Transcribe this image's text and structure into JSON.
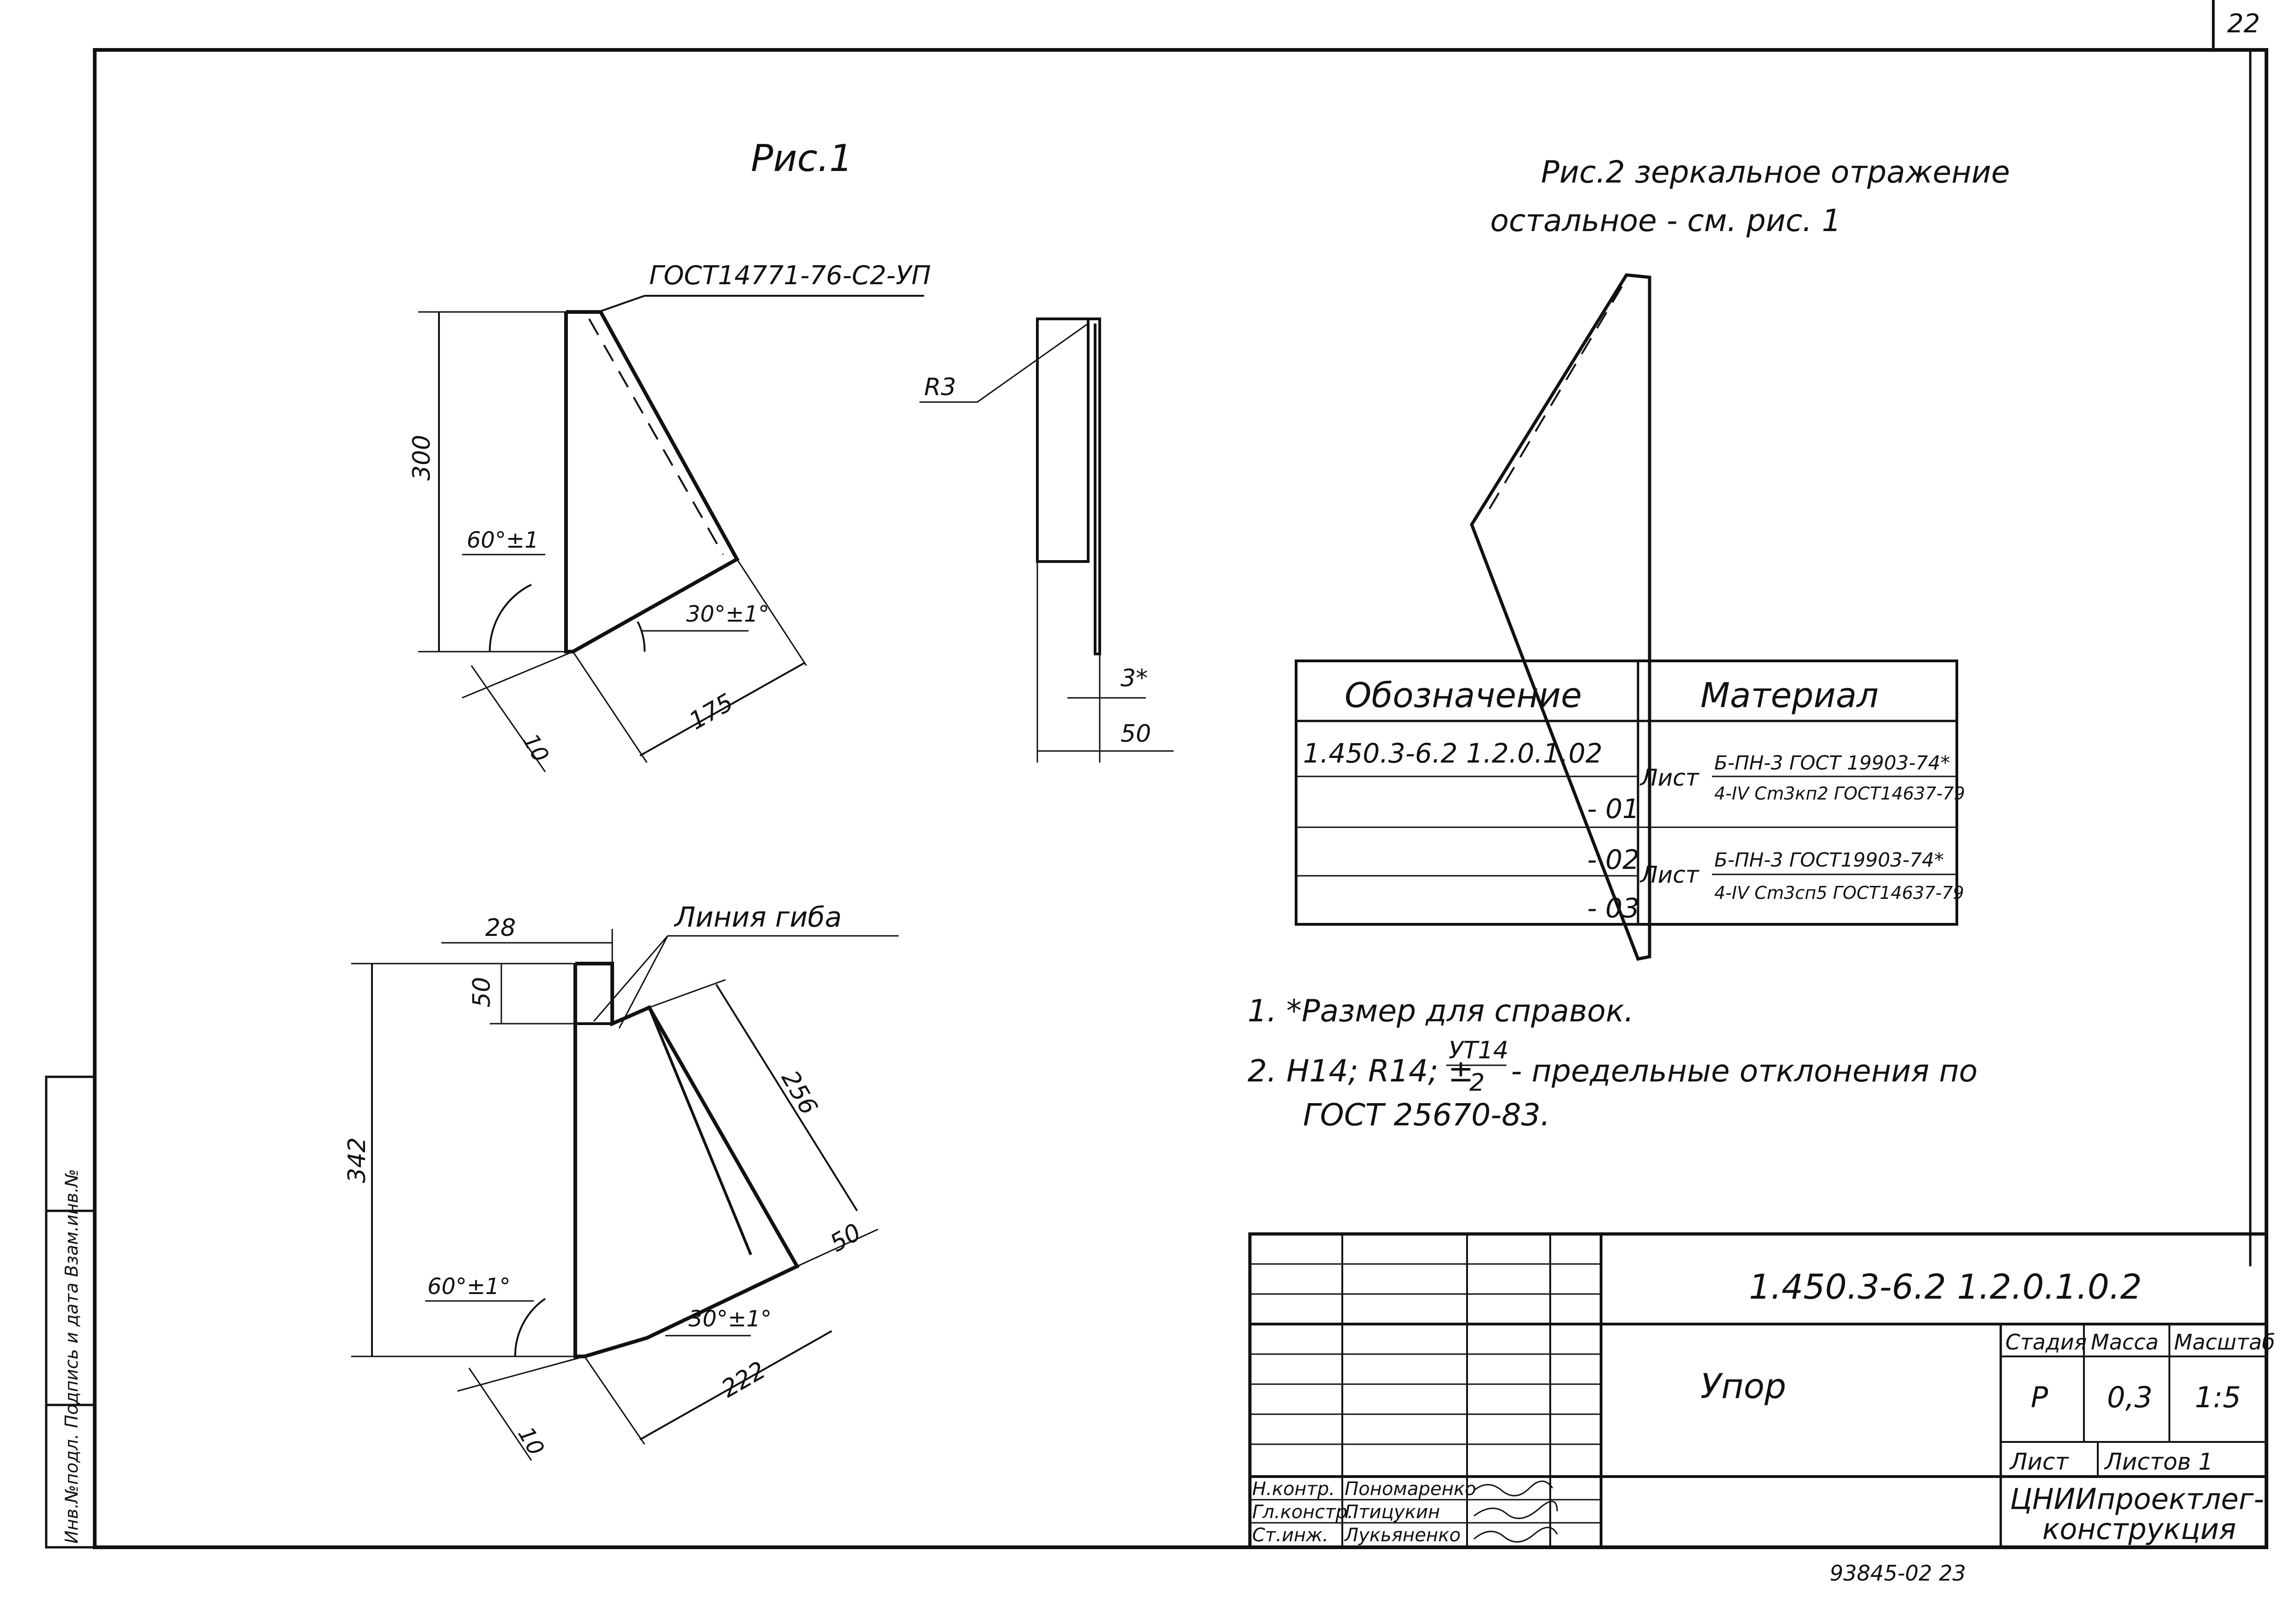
{
  "sheet_number": "22",
  "fig1_title": "Рис.1",
  "fig2_title_line1": "Рис.2 зеркальное отражение",
  "fig2_title_line2": "остальное - см. рис. 1",
  "weld_note": "ГОСТ14771-76-С2-УП",
  "dims_fig1": {
    "height": "300",
    "angle60": "60°±1",
    "angle30": "30°±1°",
    "len175": "175",
    "ten": "10",
    "r3": "R3",
    "thk": "3*",
    "w50": "50"
  },
  "dims_blank": {
    "w28": "28",
    "bend_line": "Линия гиба",
    "h50": "50",
    "h342": "342",
    "l256": "256",
    "w50b": "50",
    "angle60b": "60°±1°",
    "angle30b": "30°±1°",
    "l222": "222",
    "ten": "10"
  },
  "table": {
    "col1_header": "Обозначение",
    "col2_header": "Материал",
    "rows": [
      {
        "designation": "1.450.3-6.2  1.2.0.1.02"
      },
      {
        "designation": "- 01"
      },
      {
        "designation": "- 02"
      },
      {
        "designation": "- 03"
      }
    ],
    "mat1_label": "Лист",
    "mat1_top": "Б-ПН-3 ГОСТ 19903-74*",
    "mat1_bottom": "4-IV Cm3кп2 ГОСТ14637-79",
    "mat2_label": "Лист",
    "mat2_top": "Б-ПН-3 ГОСТ19903-74*",
    "mat2_bottom": "4-IV Cm3сп5 ГОСТ14637-79"
  },
  "notes": {
    "n1": "1. *Размер для справок.",
    "n2_a": "2. Н14; R14; ±",
    "n2_frac_top": "УТ14",
    "n2_frac_bottom": "2",
    "n2_b": " - предельные отклонения по",
    "n2_c": "ГОСТ 25670-83."
  },
  "title_block": {
    "doc_code": "1.450.3-6.2  1.2.0.1.0.2",
    "part_name": "Упор",
    "stage_label": "Стадия",
    "mass_label": "Масса",
    "scale_label": "Масштаб",
    "stage_value": "Р",
    "mass_value": "0,3",
    "scale_value": "1:5",
    "sheet_label": "Лист",
    "sheets_label": "Листов 1",
    "org_line1": "ЦНИИпроектлег-",
    "org_line2": "конструкция",
    "roles": [
      {
        "role": "Н.контр.",
        "name": "Пономаренко"
      },
      {
        "role": "Гл.констр.",
        "name": "Птицукин"
      },
      {
        "role": "Ст.инж.",
        "name": "Лукьяненко"
      }
    ]
  },
  "side_stamp": "Инв.№подл.  Подпись и дата  Взам.инв.№",
  "bottom_stamp": "93845-02    23"
}
